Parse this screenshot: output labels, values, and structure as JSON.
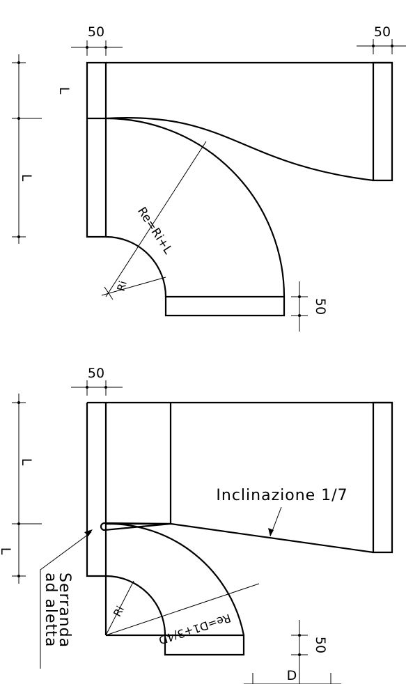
{
  "top": {
    "dim_left_flange": "50",
    "dim_right_flange": "50",
    "dim_bottom_flange": "50",
    "dim_L_upper": "L",
    "dim_L_lower": "L",
    "radius_outer": "Re=Ri+L",
    "radius_inner": "Ri"
  },
  "bottom": {
    "dim_left_flange": "50",
    "dim_bottom_flange": "50",
    "dim_L_upper": "L",
    "dim_L_lower": "L",
    "inclination": "Inclinazione  1/7",
    "damper_line1": "Serranda",
    "damper_line2": "ad aletta",
    "radius_inner": "Ri",
    "radius_outer": "Re=D1+3/4D",
    "dim_D": "D"
  },
  "colors": {
    "stroke": "#000000",
    "background": "#ffffff"
  }
}
